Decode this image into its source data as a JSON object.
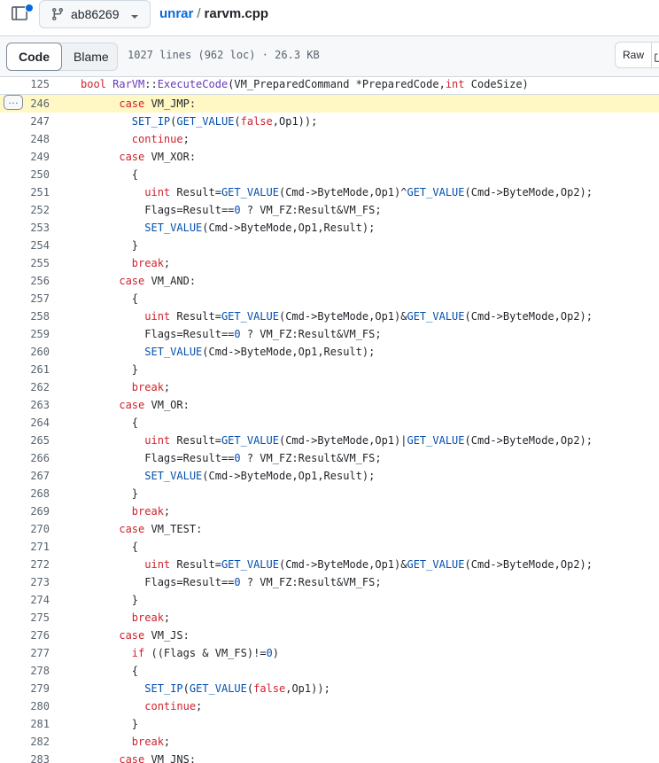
{
  "header": {
    "branch": "ab86269",
    "repo": "unrar",
    "separator": "/",
    "file": "rarvm.cpp"
  },
  "toolbar": {
    "code_label": "Code",
    "blame_label": "Blame",
    "file_info": "1027 lines (962 loc) · 26.3 KB",
    "raw_label": "Raw"
  },
  "sticky": {
    "line": "125",
    "tokens": [
      {
        "t": "bool ",
        "c": "kw"
      },
      {
        "t": "RarVM",
        "c": "cls"
      },
      {
        "t": "::",
        "c": ""
      },
      {
        "t": "ExecuteCode",
        "c": "cls"
      },
      {
        "t": "(VM_PreparedCommand *PreparedCode,",
        "c": ""
      },
      {
        "t": "int",
        "c": "kw"
      },
      {
        "t": " CodeSize)",
        "c": ""
      }
    ]
  },
  "lines": [
    {
      "n": "246",
      "hl": true,
      "tokens": [
        {
          "t": "      "
        },
        {
          "t": "case",
          "c": "kw"
        },
        {
          "t": " VM_JMP:"
        }
      ]
    },
    {
      "n": "247",
      "tokens": [
        {
          "t": "        "
        },
        {
          "t": "SET_IP",
          "c": "fn"
        },
        {
          "t": "("
        },
        {
          "t": "GET_VALUE",
          "c": "fn"
        },
        {
          "t": "("
        },
        {
          "t": "false",
          "c": "kw"
        },
        {
          "t": ",Op1));"
        }
      ]
    },
    {
      "n": "248",
      "tokens": [
        {
          "t": "        "
        },
        {
          "t": "continue",
          "c": "kw"
        },
        {
          "t": ";"
        }
      ]
    },
    {
      "n": "249",
      "tokens": [
        {
          "t": "      "
        },
        {
          "t": "case",
          "c": "kw"
        },
        {
          "t": " VM_XOR:"
        }
      ]
    },
    {
      "n": "250",
      "tokens": [
        {
          "t": "        {"
        }
      ]
    },
    {
      "n": "251",
      "tokens": [
        {
          "t": "          "
        },
        {
          "t": "uint",
          "c": "kw"
        },
        {
          "t": " Result="
        },
        {
          "t": "GET_VALUE",
          "c": "fn"
        },
        {
          "t": "(Cmd->ByteMode,Op1)^"
        },
        {
          "t": "GET_VALUE",
          "c": "fn"
        },
        {
          "t": "(Cmd->ByteMode,Op2);"
        }
      ]
    },
    {
      "n": "252",
      "tokens": [
        {
          "t": "          Flags=Result=="
        },
        {
          "t": "0",
          "c": "num"
        },
        {
          "t": " ? VM_FZ:Result&VM_FS;"
        }
      ]
    },
    {
      "n": "253",
      "tokens": [
        {
          "t": "          "
        },
        {
          "t": "SET_VALUE",
          "c": "fn"
        },
        {
          "t": "(Cmd->ByteMode,Op1,Result);"
        }
      ]
    },
    {
      "n": "254",
      "tokens": [
        {
          "t": "        }"
        }
      ]
    },
    {
      "n": "255",
      "tokens": [
        {
          "t": "        "
        },
        {
          "t": "break",
          "c": "kw"
        },
        {
          "t": ";"
        }
      ]
    },
    {
      "n": "256",
      "tokens": [
        {
          "t": "      "
        },
        {
          "t": "case",
          "c": "kw"
        },
        {
          "t": " VM_AND:"
        }
      ]
    },
    {
      "n": "257",
      "tokens": [
        {
          "t": "        {"
        }
      ]
    },
    {
      "n": "258",
      "tokens": [
        {
          "t": "          "
        },
        {
          "t": "uint",
          "c": "kw"
        },
        {
          "t": " Result="
        },
        {
          "t": "GET_VALUE",
          "c": "fn"
        },
        {
          "t": "(Cmd->ByteMode,Op1)&"
        },
        {
          "t": "GET_VALUE",
          "c": "fn"
        },
        {
          "t": "(Cmd->ByteMode,Op2);"
        }
      ]
    },
    {
      "n": "259",
      "tokens": [
        {
          "t": "          Flags=Result=="
        },
        {
          "t": "0",
          "c": "num"
        },
        {
          "t": " ? VM_FZ:Result&VM_FS;"
        }
      ]
    },
    {
      "n": "260",
      "tokens": [
        {
          "t": "          "
        },
        {
          "t": "SET_VALUE",
          "c": "fn"
        },
        {
          "t": "(Cmd->ByteMode,Op1,Result);"
        }
      ]
    },
    {
      "n": "261",
      "tokens": [
        {
          "t": "        }"
        }
      ]
    },
    {
      "n": "262",
      "tokens": [
        {
          "t": "        "
        },
        {
          "t": "break",
          "c": "kw"
        },
        {
          "t": ";"
        }
      ]
    },
    {
      "n": "263",
      "tokens": [
        {
          "t": "      "
        },
        {
          "t": "case",
          "c": "kw"
        },
        {
          "t": " VM_OR:"
        }
      ]
    },
    {
      "n": "264",
      "tokens": [
        {
          "t": "        {"
        }
      ]
    },
    {
      "n": "265",
      "tokens": [
        {
          "t": "          "
        },
        {
          "t": "uint",
          "c": "kw"
        },
        {
          "t": " Result="
        },
        {
          "t": "GET_VALUE",
          "c": "fn"
        },
        {
          "t": "(Cmd->ByteMode,Op1)|"
        },
        {
          "t": "GET_VALUE",
          "c": "fn"
        },
        {
          "t": "(Cmd->ByteMode,Op2);"
        }
      ]
    },
    {
      "n": "266",
      "tokens": [
        {
          "t": "          Flags=Result=="
        },
        {
          "t": "0",
          "c": "num"
        },
        {
          "t": " ? VM_FZ:Result&VM_FS;"
        }
      ]
    },
    {
      "n": "267",
      "tokens": [
        {
          "t": "          "
        },
        {
          "t": "SET_VALUE",
          "c": "fn"
        },
        {
          "t": "(Cmd->ByteMode,Op1,Result);"
        }
      ]
    },
    {
      "n": "268",
      "tokens": [
        {
          "t": "        }"
        }
      ]
    },
    {
      "n": "269",
      "tokens": [
        {
          "t": "        "
        },
        {
          "t": "break",
          "c": "kw"
        },
        {
          "t": ";"
        }
      ]
    },
    {
      "n": "270",
      "tokens": [
        {
          "t": "      "
        },
        {
          "t": "case",
          "c": "kw"
        },
        {
          "t": " VM_TEST:"
        }
      ]
    },
    {
      "n": "271",
      "tokens": [
        {
          "t": "        {"
        }
      ]
    },
    {
      "n": "272",
      "tokens": [
        {
          "t": "          "
        },
        {
          "t": "uint",
          "c": "kw"
        },
        {
          "t": " Result="
        },
        {
          "t": "GET_VALUE",
          "c": "fn"
        },
        {
          "t": "(Cmd->ByteMode,Op1)&"
        },
        {
          "t": "GET_VALUE",
          "c": "fn"
        },
        {
          "t": "(Cmd->ByteMode,Op2);"
        }
      ]
    },
    {
      "n": "273",
      "tokens": [
        {
          "t": "          Flags=Result=="
        },
        {
          "t": "0",
          "c": "num"
        },
        {
          "t": " ? VM_FZ:Result&VM_FS;"
        }
      ]
    },
    {
      "n": "274",
      "tokens": [
        {
          "t": "        }"
        }
      ]
    },
    {
      "n": "275",
      "tokens": [
        {
          "t": "        "
        },
        {
          "t": "break",
          "c": "kw"
        },
        {
          "t": ";"
        }
      ]
    },
    {
      "n": "276",
      "tokens": [
        {
          "t": "      "
        },
        {
          "t": "case",
          "c": "kw"
        },
        {
          "t": " VM_JS:"
        }
      ]
    },
    {
      "n": "277",
      "tokens": [
        {
          "t": "        "
        },
        {
          "t": "if",
          "c": "kw"
        },
        {
          "t": " ((Flags & VM_FS)!="
        },
        {
          "t": "0",
          "c": "num"
        },
        {
          "t": ")"
        }
      ]
    },
    {
      "n": "278",
      "tokens": [
        {
          "t": "        {"
        }
      ]
    },
    {
      "n": "279",
      "tokens": [
        {
          "t": "          "
        },
        {
          "t": "SET_IP",
          "c": "fn"
        },
        {
          "t": "("
        },
        {
          "t": "GET_VALUE",
          "c": "fn"
        },
        {
          "t": "("
        },
        {
          "t": "false",
          "c": "kw"
        },
        {
          "t": ",Op1));"
        }
      ]
    },
    {
      "n": "280",
      "tokens": [
        {
          "t": "          "
        },
        {
          "t": "continue",
          "c": "kw"
        },
        {
          "t": ";"
        }
      ]
    },
    {
      "n": "281",
      "tokens": [
        {
          "t": "        }"
        }
      ]
    },
    {
      "n": "282",
      "tokens": [
        {
          "t": "        "
        },
        {
          "t": "break",
          "c": "kw"
        },
        {
          "t": ";"
        }
      ]
    },
    {
      "n": "283",
      "tokens": [
        {
          "t": "      "
        },
        {
          "t": "case",
          "c": "kw"
        },
        {
          "t": " VM_JNS:"
        }
      ]
    }
  ],
  "icons": {
    "sidebar": "sidebar-toggle-icon",
    "branch": "git-branch-icon",
    "caret": "chevron-down-icon",
    "copy": "copy-icon",
    "kebab": "kebab-horizontal-icon"
  },
  "colors": {
    "link": "#0969da",
    "keyword": "#cf222e",
    "function": "#0550ae",
    "class": "#6639ba",
    "highlight": "#fff8c5"
  }
}
